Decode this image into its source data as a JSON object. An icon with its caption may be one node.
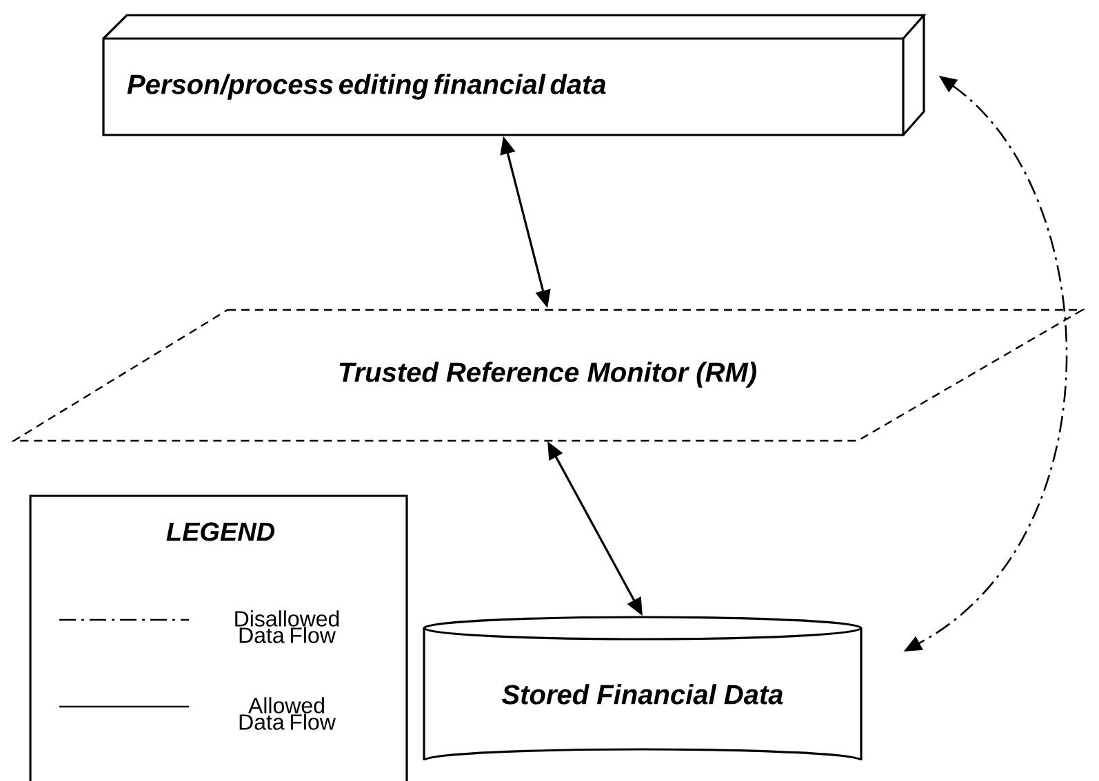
{
  "diagram": {
    "nodes": [
      {
        "text": [
          "Person/process editing financial data"
        ]
      },
      {
        "text": [
          "Trusted Reference Monitor (RM)"
        ]
      },
      {
        "text": [
          "Stored Financial Data"
        ]
      }
    ],
    "edges": [
      {
        "from": 0,
        "to": 1,
        "arrow": "both"
      },
      {
        "from": 1,
        "to": 2,
        "arrow": "both"
      },
      {
        "from": 0,
        "to": 2,
        "arrow": "both",
        "style": "dashed"
      }
    ],
    "labels": [
      "LEGEND"
    ],
    "legend": [
      {
        "text": "Disallowed Data Flow"
      },
      {
        "text": "Allowed Data Flow"
      }
    ]
  }
}
